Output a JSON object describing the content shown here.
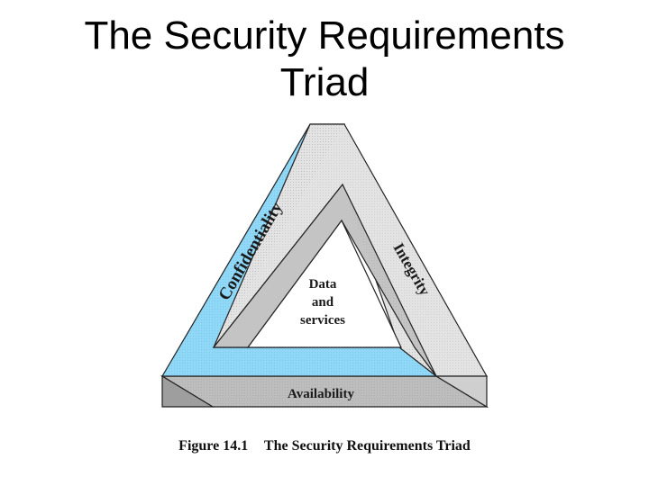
{
  "title": {
    "line1": "The Security Requirements",
    "line2": "Triad"
  },
  "diagram": {
    "sides": {
      "left": "Confidentiality",
      "right": "Integrity",
      "bottom": "Availability"
    },
    "center": {
      "line1": "Data",
      "line2": "and",
      "line3": "services"
    },
    "colors": {
      "confidentiality_face": "#8fd8f8",
      "integrity_face": "#e3e3e3",
      "inner_shadow_face": "#c4c4c4",
      "availability_face": "#bdbdbd",
      "outline": "#222222"
    }
  },
  "caption": {
    "figure_number": "Figure 14.1",
    "figure_title": "The Security Requirements Triad"
  }
}
